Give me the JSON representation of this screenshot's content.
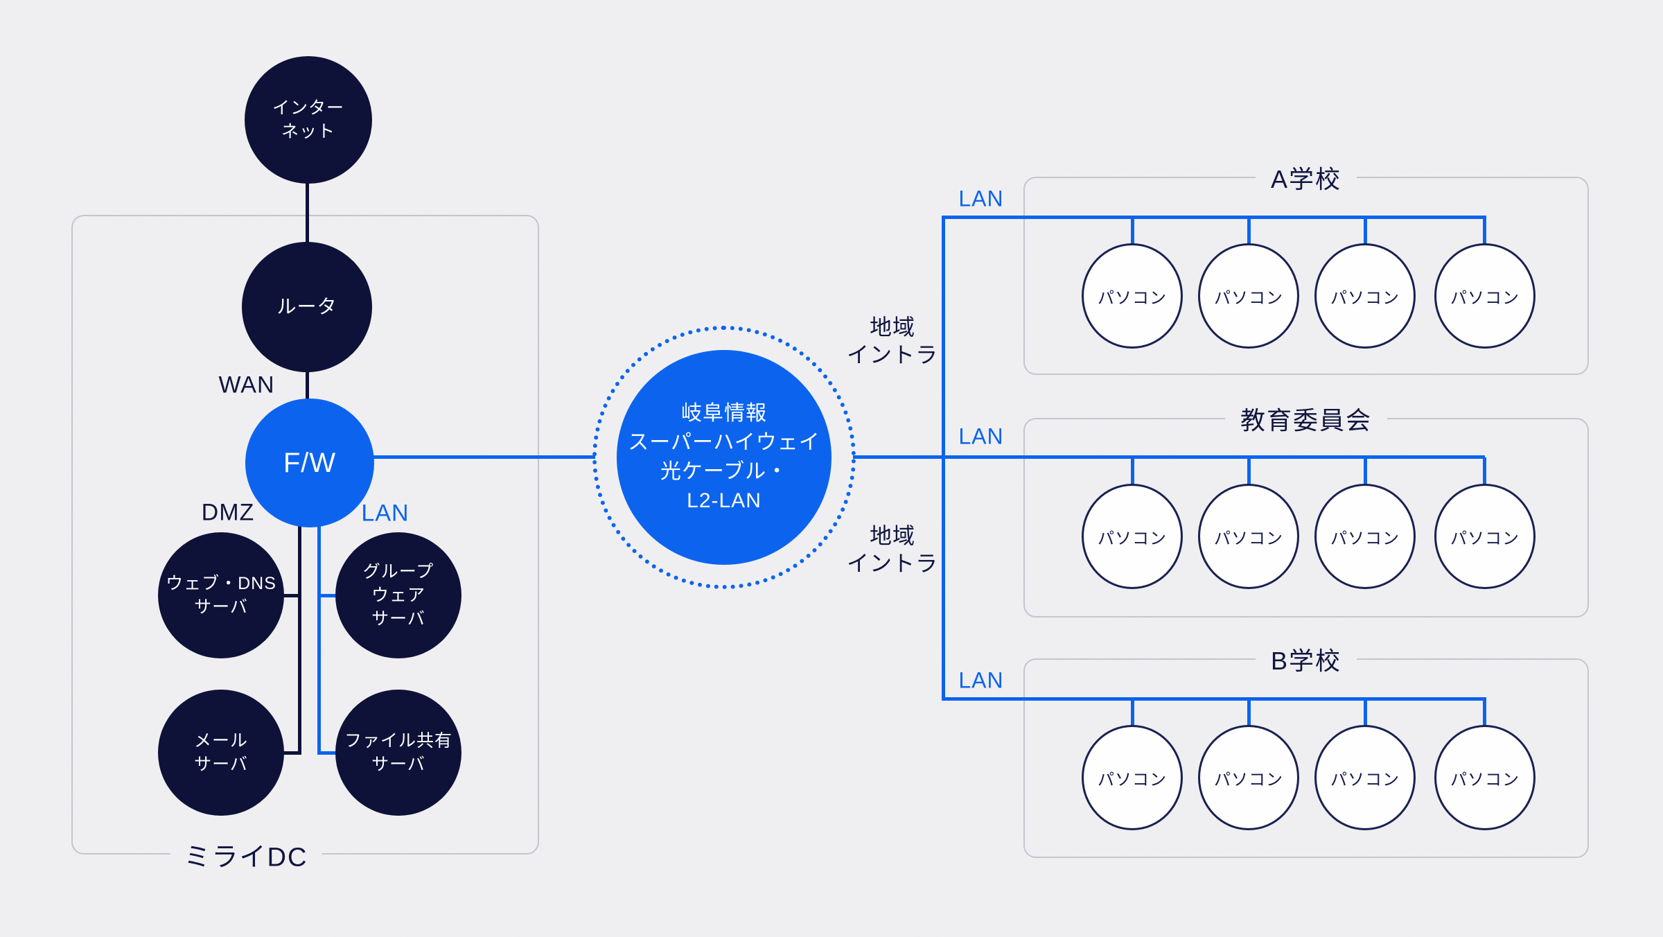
{
  "colors": {
    "background": "#efeff1",
    "navy": "#0e1238",
    "blue": "#0c64ee",
    "box_border": "#c5c5cf",
    "pc_fill": "#fefefe",
    "label_navy": "#10153f",
    "node_text": "#ffffff"
  },
  "datacenter": {
    "label": "ミライDC",
    "nodes": {
      "internet": "インター\nネット",
      "router": "ルータ",
      "firewall": "F/W",
      "web_dns": "ウェブ・DNS\nサーバ",
      "groupware": "グループ\nウェア\nサーバ",
      "mail": "メール\nサーバ",
      "file_share": "ファイル共有\nサーバ"
    },
    "zone_labels": {
      "wan": "WAN",
      "dmz": "DMZ",
      "lan": "LAN"
    }
  },
  "hub": {
    "label": "岐阜情報\nスーパーハイウェイ\n光ケーブル・\nL2-LAN"
  },
  "links": {
    "regional_intra_top": "地域\nイントラ",
    "regional_intra_bottom": "地域\nイントラ"
  },
  "schools": [
    {
      "title": "A学校",
      "lan_label": "LAN",
      "pcs": [
        "パソコン",
        "パソコン",
        "パソコン",
        "パソコン"
      ]
    },
    {
      "title": "教育委員会",
      "lan_label": "LAN",
      "pcs": [
        "パソコン",
        "パソコン",
        "パソコン",
        "パソコン"
      ]
    },
    {
      "title": "B学校",
      "lan_label": "LAN",
      "pcs": [
        "パソコン",
        "パソコン",
        "パソコン",
        "パソコン"
      ]
    }
  ]
}
